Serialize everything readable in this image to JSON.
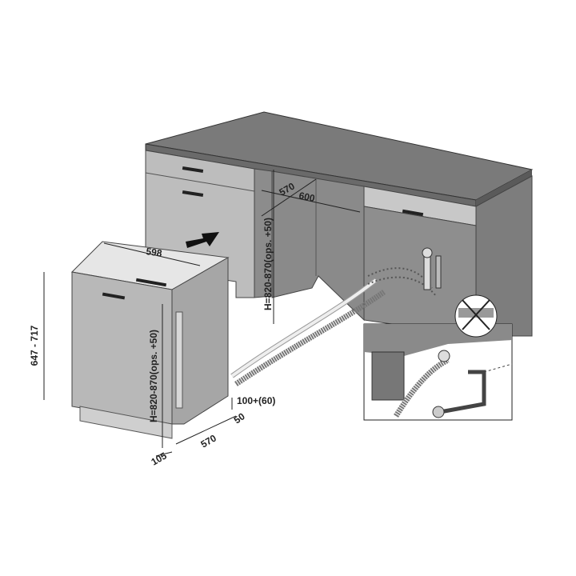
{
  "diagram": {
    "type": "built-in dishwasher installation diagram",
    "dimensions": {
      "appliance_width": "598",
      "appliance_height_range": "647 - 717",
      "niche_height_front": "H=820-870(ops. +50)",
      "niche_height_back": "H=820-870(ops. +50)",
      "niche_depth": "570",
      "niche_width": "600",
      "plinth_height": "100+(60)",
      "plinth_offset": "50",
      "depth_bottom": "570",
      "door_offset": "105"
    },
    "colors": {
      "countertop": "#7a7a7a",
      "cabinet_front": "#bdbdbd",
      "cabinet_side": "#8c8c8c",
      "appliance_front": "#b8b8b8",
      "appliance_side": "#a6a6a6",
      "line": "#222222"
    }
  }
}
